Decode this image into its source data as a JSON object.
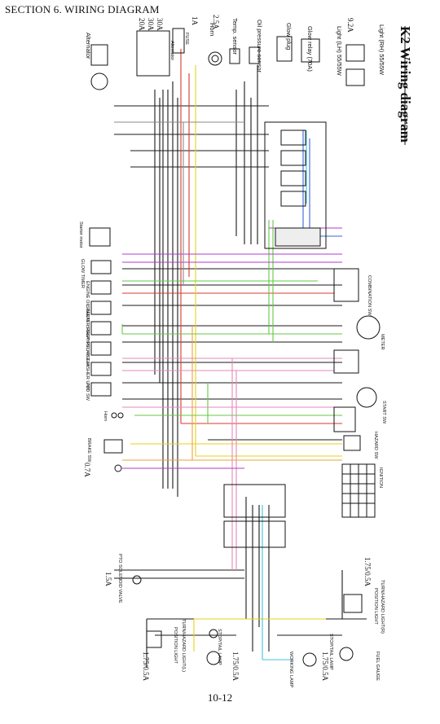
{
  "header": {
    "section_title": "SECTION 6. WIRING  DIAGRAM",
    "diagram_title": "K2 Wiring diagram"
  },
  "page_number": "10-12",
  "top_labels": {
    "light_rh": "Light (RH) 55/55W",
    "light_lh": "Light (LH) 55/55W",
    "amp_9_2a": "9.2A",
    "glow_relay": "Glow relay (70A)",
    "glow_plug": "Glow plug",
    "oil_pressure": "Oil pressure sensor",
    "temp_sensor": "Temp. sensor",
    "horn": "Horn",
    "amp_2_5a": "2.5A",
    "amp_1a": "1A",
    "alternator_label": "Alternator",
    "fuse_label": "FUSE",
    "amp_30a_a": "30A",
    "amp_30a_b": "30A",
    "amp_20a": "20A",
    "alternator_left": "Alternator"
  },
  "left_labels": {
    "starter_motor": "Starter motor",
    "glow_timer": "GLOW TIMER",
    "engine_oil_relay": "ENGINE OIL RELAY",
    "starter_relay": "STARTER RELAY",
    "start_relay": "START RELAY",
    "pto_relay": "PTO RELAY",
    "flasher_unit": "FLASHER UNIT",
    "pto_sw": "PTO SW",
    "horn_sw": "Horn",
    "brake_sw": "BRAKE SW",
    "amp_0_7a": "0.7A",
    "pto_solenoid": "PTO SOLENOID VALVE",
    "amp_1_5a": "1.5A",
    "turn_hazard_l": "TURN/HAZARD LIGHT(L)",
    "position_light_l": "POSITION LIGHT",
    "amp_1_75_0_5a_l": "1.75/0.5A",
    "stop_tail_l": "STOP/TAIL LAMP",
    "amp_1_75_0_5a_c": "1.75/0.5A"
  },
  "right_labels": {
    "combination_sw": "COMBINATION SW",
    "meter": "METER",
    "start_sw": "START SW",
    "hazard_sw": "HAZARD SW",
    "ignition": "IGNITION",
    "turn_hazard_r": "TURN/HAZARD LIGHT(R)",
    "position_light_r": "POSITION LIGHT",
    "amp_1_75_0_5a_r": "1.75/0.5A",
    "fuel_gauge": "FUEL GAUGE",
    "stop_tail_r": "STOP/TAIL LAMP",
    "amp_1_75_0_5a_br": "1.75/0.5A",
    "working_lamp": "WORKING LAMP"
  },
  "wire_colors": {
    "black": "#1a1a1a",
    "red": "#d93a2b",
    "yellow": "#e8d21a",
    "green": "#63c843",
    "pink": "#e38ab8",
    "purple": "#b23cc9",
    "blue": "#3a63d9",
    "cyan": "#3fc3df",
    "orange": "#e9a23b",
    "gray": "#8a8a8a"
  }
}
